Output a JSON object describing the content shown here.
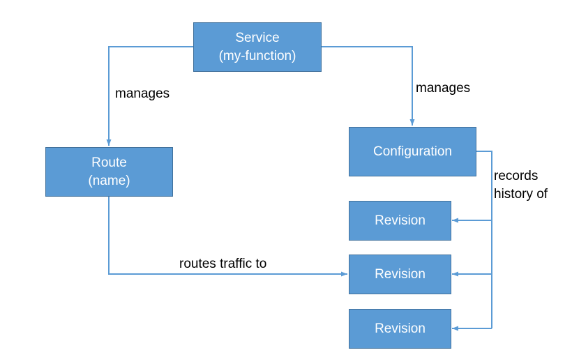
{
  "colors": {
    "node_fill": "#5b9bd5",
    "node_border": "#41719c",
    "connector": "#5b9bd5",
    "node_text": "#ffffff",
    "label_text": "#000000"
  },
  "nodes": {
    "service": {
      "line1": "Service",
      "line2": "(my-function)"
    },
    "route": {
      "line1": "Route",
      "line2": "(name)"
    },
    "configuration": {
      "line1": "Configuration"
    },
    "revisions": [
      {
        "label": "Revision"
      },
      {
        "label": "Revision"
      },
      {
        "label": "Revision"
      }
    ]
  },
  "edges": {
    "service_to_route": "manages",
    "service_to_configuration": "manages",
    "route_to_revision": "routes traffic to",
    "configuration_to_revisions": {
      "line1": "records",
      "line2": "history of"
    }
  }
}
